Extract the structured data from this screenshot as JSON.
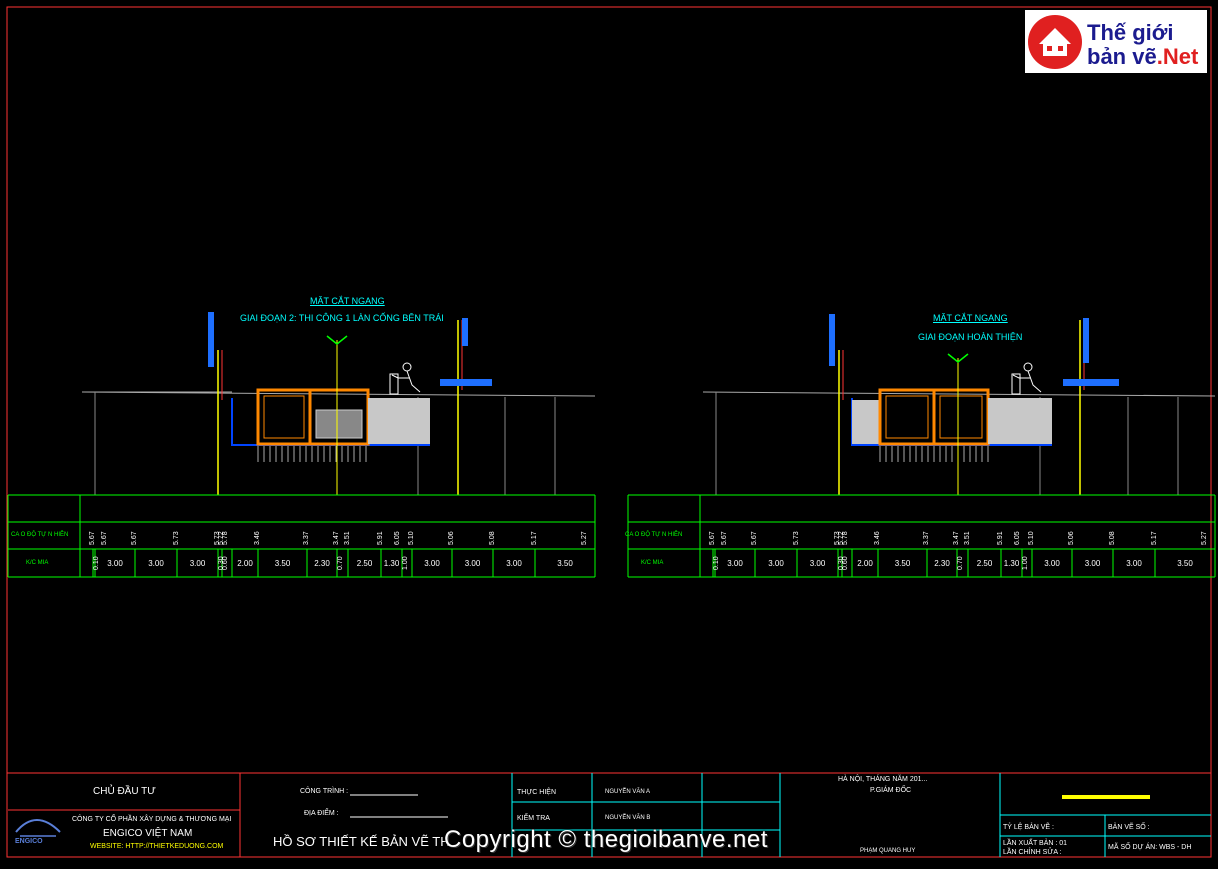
{
  "logo": {
    "text1": "Thế giới",
    "text2a": "bản vẽ",
    "text2b": ".Net"
  },
  "sections": [
    {
      "title": "MẶT CẮT  NGANG",
      "subtitle": "GIAI ĐOẠN 2: THI CÔNG 1 LÀN CỐNG BÊN TRÁI",
      "row1_label": "CA O ĐỘ TỰ N HIÊN",
      "row2_label": "K/C MIA"
    },
    {
      "title": "MẶT CẮT  NGANG",
      "subtitle": "GIAI ĐOẠN  HOÀN THIỆN",
      "row1_label": "CA O ĐỘ TỰ N HIÊN",
      "row2_label": "K/C MIA"
    }
  ],
  "elevations": [
    "5.67",
    "5.67",
    "5.67",
    "5.73",
    "5.73",
    "5.72",
    "5.78",
    "3.46",
    "3.37",
    "3.47",
    "3.51",
    "5.91",
    "6.05",
    "5.10",
    "5.06",
    "5.08",
    "5.17",
    "5.27"
  ],
  "distances": [
    "0.10",
    "3.00",
    "3.00",
    "3.00",
    "0.30",
    "0.60",
    "2.00",
    "3.50",
    "2.30",
    "0.70",
    "2.50",
    "1.30",
    "1.00",
    "3.00",
    "3.00",
    "3.00",
    "3.50"
  ],
  "title_block": {
    "owner_label": "CHỦ ĐẦU TƯ",
    "company_line1": "CÔNG TY CỔ PHẦN XÂY DỰNG & THƯƠNG MẠI",
    "company_line2": "ENGICO VIỆT NAM",
    "website": "WEBSITE: HTTP://THIETKEDUONG.COM",
    "engico": "ENGICO",
    "project_label": "CÔNG TRÌNH :",
    "location_label": "ĐỊA ĐIỂM :",
    "doc_title": "HỒ SƠ THIẾT KẾ BẢN VẼ TH",
    "made_by_label": "THỰC HIỆN",
    "made_by": "NGUYỄN VĂN A",
    "checked_label": "KIỂM TRA",
    "checked_by": "NGUYỄN VĂN B",
    "place_date": "HÀ NỘI, THÁNG    NĂM 201...",
    "deputy": "P.GIÁM ĐỐC",
    "director": "PHẠM QUANG HUY",
    "scale_label": "TỶ LỆ BẢN VẼ :",
    "issue": "LẦN XUẤT BẢN : 01",
    "revision": "LẦN CHỈNH SỬA :",
    "sheet_label": "BẢN VẼ SỐ :",
    "project_code": "MÃ SỐ DỰ ÁN: WBS - DH"
  },
  "watermark": "Copyright © thegioibanve.net",
  "colors": {
    "frame": "#ff3333",
    "table": "#00ff00",
    "label": "#00ffff",
    "concrete": "#d0d0d0",
    "box": "#ff8800",
    "water": "#0044ff",
    "pole": "#ffff00"
  }
}
